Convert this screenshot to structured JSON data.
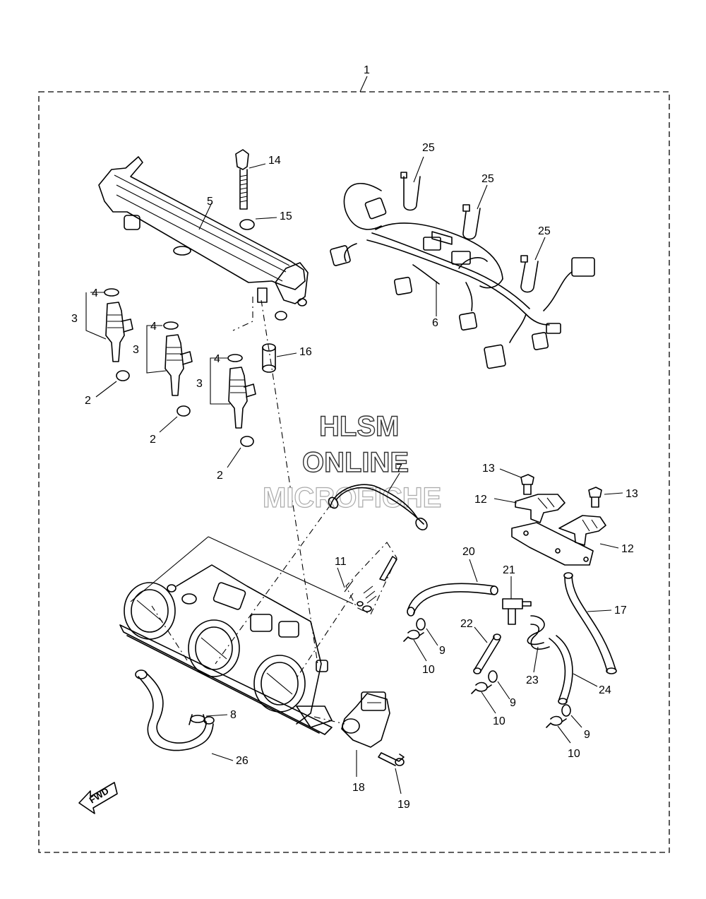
{
  "assembly_label": "1",
  "callouts": {
    "c2a": "2",
    "c2b": "2",
    "c2c": "2",
    "c3a": "3",
    "c3b": "3",
    "c3c": "3",
    "c4a": "4",
    "c4b": "4",
    "c4c": "4",
    "c5": "5",
    "c6": "6",
    "c7": "7",
    "c8": "8",
    "c9a": "9",
    "c9b": "9",
    "c9c": "9",
    "c10a": "10",
    "c10b": "10",
    "c10c": "10",
    "c11": "11",
    "c12a": "12",
    "c12b": "12",
    "c13a": "13",
    "c13b": "13",
    "c14": "14",
    "c15": "15",
    "c16": "16",
    "c17": "17",
    "c18": "18",
    "c19": "19",
    "c20": "20",
    "c21": "21",
    "c22": "22",
    "c23": "23",
    "c24": "24",
    "c25a": "25",
    "c25b": "25",
    "c25c": "25",
    "c26": "26"
  },
  "watermark": {
    "line1": "HLSM",
    "line2": "ONLINE",
    "line3": "MICROFICHE"
  },
  "fwd_label": "FWD"
}
